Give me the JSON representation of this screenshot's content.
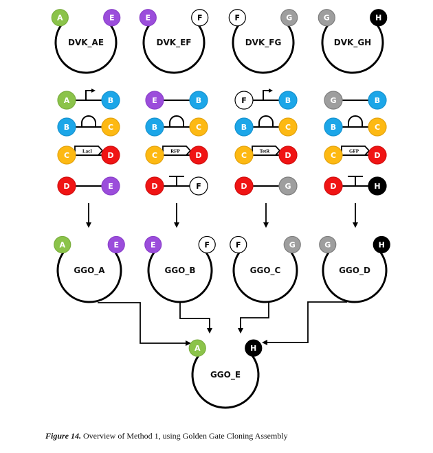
{
  "site_colors": {
    "A": {
      "fill": "#8BC34A",
      "stroke": "#7aae3e",
      "text": "#ffffff"
    },
    "B": {
      "fill": "#1CA6E8",
      "stroke": "#1592cf",
      "text": "#ffffff"
    },
    "C": {
      "fill": "#FDB913",
      "stroke": "#e3a30e",
      "text": "#ffffff"
    },
    "D": {
      "fill": "#F01414",
      "stroke": "#d10f0f",
      "text": "#ffffff"
    },
    "E": {
      "fill": "#9B4DDB",
      "stroke": "#8a3fca",
      "text": "#ffffff"
    },
    "F": {
      "fill": "#ffffff",
      "stroke": "#000000",
      "text": "#000000"
    },
    "G": {
      "fill": "#9E9E9E",
      "stroke": "#7d7d7d",
      "text": "#ffffff"
    },
    "H": {
      "fill": "#000000",
      "stroke": "#000000",
      "text": "#ffffff"
    }
  },
  "destination_vectors": [
    {
      "name": "DVK_AE",
      "left": "A",
      "right": "E"
    },
    {
      "name": "DVK_EF",
      "left": "E",
      "right": "F"
    },
    {
      "name": "DVK_FG",
      "left": "F",
      "right": "G"
    },
    {
      "name": "DVK_GH",
      "left": "G",
      "right": "H"
    }
  ],
  "part_columns": [
    {
      "parts": [
        {
          "left": "A",
          "right": "B",
          "type": "promoter",
          "label": ""
        },
        {
          "left": "B",
          "right": "C",
          "type": "rbs",
          "label": ""
        },
        {
          "left": "C",
          "right": "D",
          "type": "cds",
          "label": "LacI"
        },
        {
          "left": "D",
          "right": "E",
          "type": "blank",
          "label": ""
        }
      ]
    },
    {
      "parts": [
        {
          "left": "E",
          "right": "B",
          "type": "blank",
          "label": ""
        },
        {
          "left": "B",
          "right": "C",
          "type": "rbs",
          "label": ""
        },
        {
          "left": "C",
          "right": "D",
          "type": "cds",
          "label": "RFP"
        },
        {
          "left": "D",
          "right": "F",
          "type": "terminator",
          "label": ""
        }
      ]
    },
    {
      "parts": [
        {
          "left": "F",
          "right": "B",
          "type": "promoter",
          "label": ""
        },
        {
          "left": "B",
          "right": "C",
          "type": "rbs",
          "label": ""
        },
        {
          "left": "C",
          "right": "D",
          "type": "cds",
          "label": "TetR"
        },
        {
          "left": "D",
          "right": "G",
          "type": "blank",
          "label": ""
        }
      ]
    },
    {
      "parts": [
        {
          "left": "G",
          "right": "B",
          "type": "blank",
          "label": ""
        },
        {
          "left": "B",
          "right": "C",
          "type": "rbs",
          "label": ""
        },
        {
          "left": "C",
          "right": "D",
          "type": "cds",
          "label": "GFP"
        },
        {
          "left": "D",
          "right": "H",
          "type": "terminator",
          "label": ""
        }
      ]
    }
  ],
  "intermediate_plasmids": [
    {
      "name": "GGO_A",
      "left": "A",
      "right": "E"
    },
    {
      "name": "GGO_B",
      "left": "E",
      "right": "F"
    },
    {
      "name": "GGO_C",
      "left": "F",
      "right": "G"
    },
    {
      "name": "GGO_D",
      "left": "G",
      "right": "H"
    }
  ],
  "final_plasmid": {
    "name": "GGO_E",
    "left": "A",
    "right": "H"
  },
  "caption": {
    "figure_label": "Figure 14.",
    "text": " Overview of Method 1, using Golden Gate Cloning Assembly"
  }
}
